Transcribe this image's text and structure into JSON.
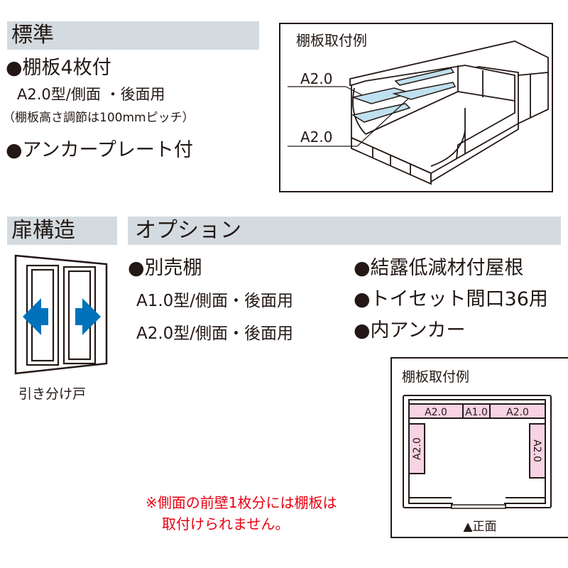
{
  "standard": {
    "heading": "標準",
    "items": [
      "●棚板4枚付",
      "A2.0型/側面 ・後面用",
      "（棚板高さ調節は100mmピッチ）",
      "●アンカープレート付"
    ],
    "example": {
      "title": "棚板取付例",
      "labels": [
        "A2.0",
        "A2.0"
      ]
    }
  },
  "door": {
    "heading": "扉構造",
    "caption": "引き分け戸",
    "arrow_color": "#0072bc"
  },
  "options": {
    "heading": "オプション",
    "left_items": [
      "●別売棚",
      "A1.0型/側面・後面用",
      "A2.0型/側面・後面用"
    ],
    "right_items": [
      "●結露低減材付屋根",
      "●トイセット間口36用",
      "●内アンカー"
    ],
    "example": {
      "title": "棚板取付例",
      "labels": [
        "A2.0",
        "A1.0",
        "A2.0",
        "A2.0",
        "A2.0"
      ],
      "front_label": "▲正面",
      "shelf_color": "#f7d3e3"
    },
    "note": [
      "※側面の前壁1枚分には棚板は",
      "取付けられません。"
    ]
  }
}
